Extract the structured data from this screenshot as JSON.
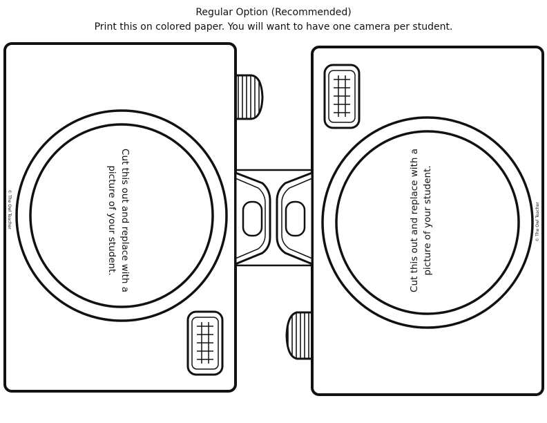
{
  "header": {
    "title": "Regular Option (Recommended)",
    "instructions": "Print this on colored paper. You will want to have one camera per student."
  },
  "cameras": {
    "left": {
      "lens_line1": "Cut this out and replace with a",
      "lens_line2": "picture of your student.",
      "credit": "© The Owl Teacher"
    },
    "right": {
      "lens_line1": "Cut this out and replace with a",
      "lens_line2": "picture of your student.",
      "credit": "© The Owl Teacher"
    }
  }
}
